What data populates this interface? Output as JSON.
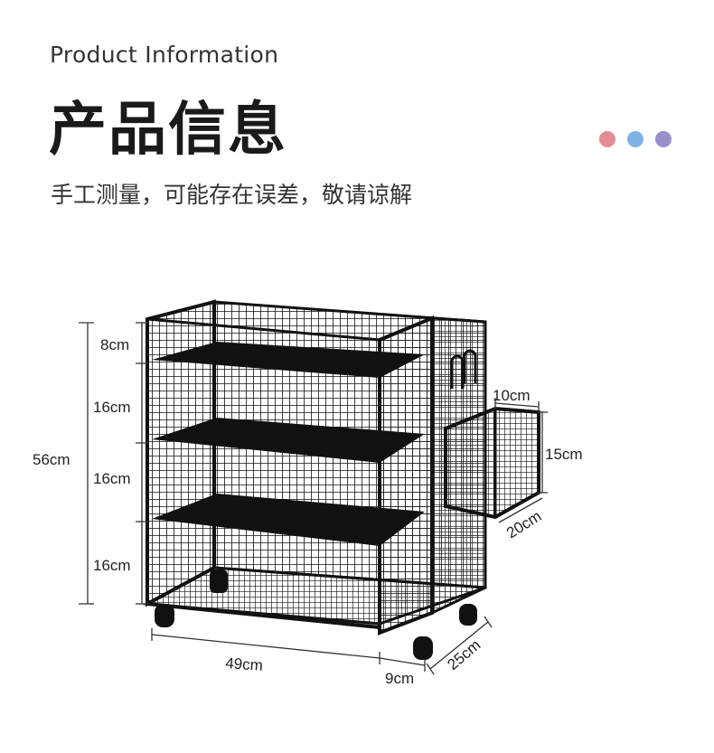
{
  "header": {
    "english_title": "Product Information",
    "chinese_title": "产品信息",
    "subtitle": "手工测量，可能存在误差，敬请谅解"
  },
  "decor_dots": [
    {
      "name": "pink-dot",
      "color": "#e38c93"
    },
    {
      "name": "blue-dot",
      "color": "#7fb2e6"
    },
    {
      "name": "purple-dot",
      "color": "#9a8fcb"
    }
  ],
  "dimensions": {
    "total_height": "56cm",
    "shelf_1": "8cm",
    "shelf_2": "16cm",
    "shelf_3": "16cm",
    "shelf_4": "16cm",
    "width": "49cm",
    "depth": "25cm",
    "side_width": "9cm",
    "basket_depth": "10cm",
    "basket_height": "15cm",
    "basket_width": "20cm"
  },
  "colors": {
    "rack": "#111111",
    "dimension_line": "#333333"
  }
}
